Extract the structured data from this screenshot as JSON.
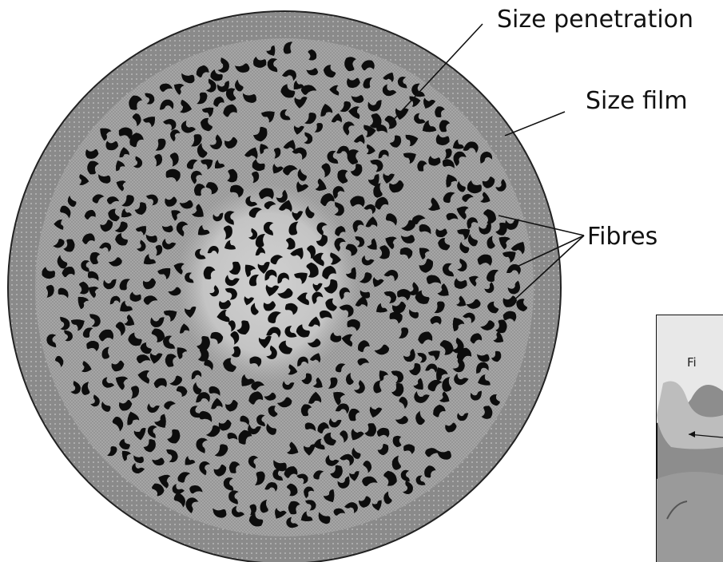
{
  "labels": {
    "size_penetration": "Size penetration",
    "size_film": "Size film",
    "fibres": "Fibres"
  },
  "inset": {
    "partial_label": "Fi"
  },
  "colors": {
    "size_film_ring": "#8a8a8a",
    "penetration_zone": "#b3b3b3",
    "core": "#cfcfcf",
    "fibre": "#0d0d0d",
    "outline": "#222222"
  }
}
